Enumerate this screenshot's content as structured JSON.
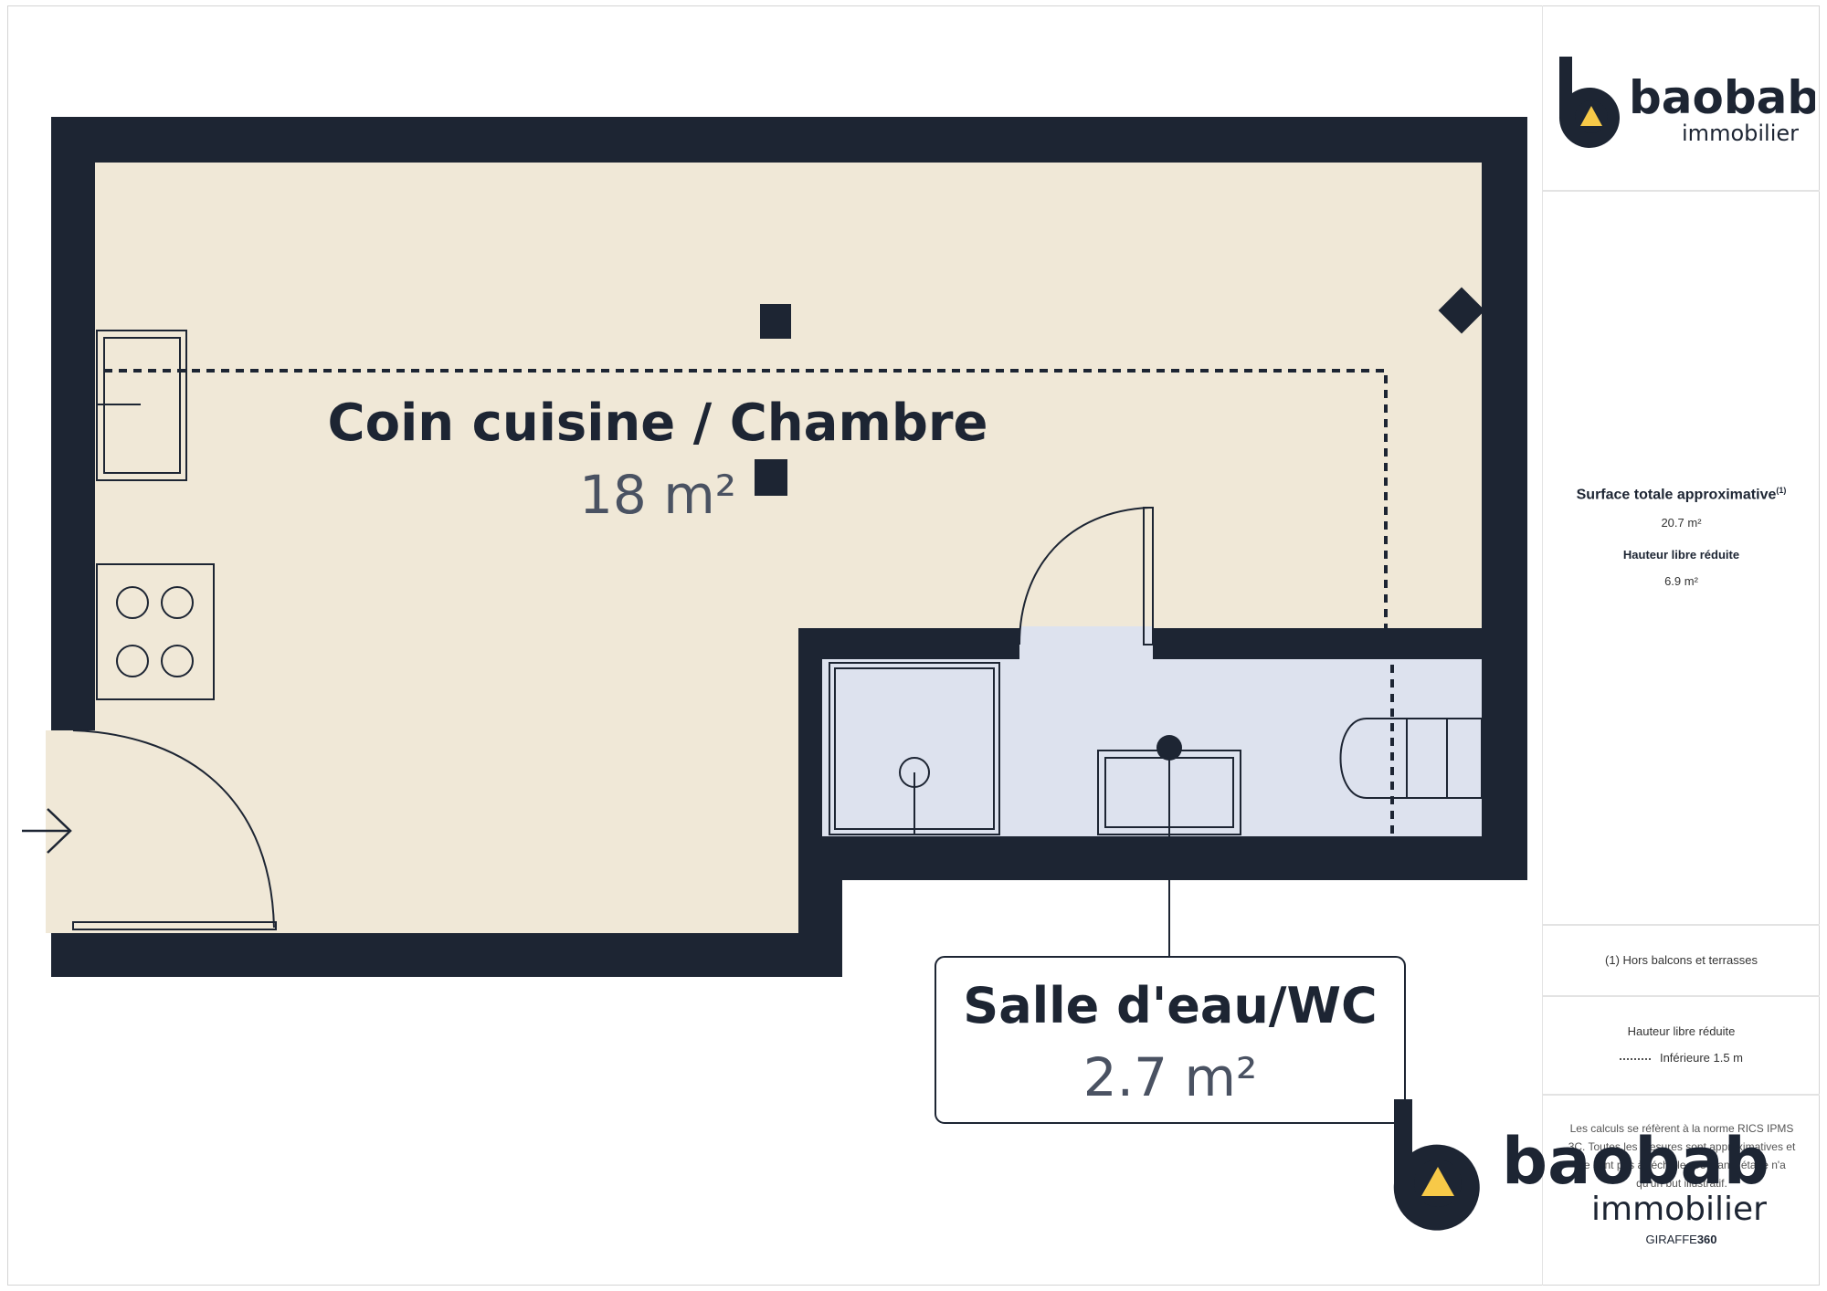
{
  "rooms": [
    {
      "name": "Coin cuisine / Chambre",
      "area": "18 m²"
    },
    {
      "name": "Salle d'eau/WC",
      "area": "2.7 m²"
    }
  ],
  "brand": {
    "name": "baobab",
    "subtitle": "immobilier"
  },
  "summary": {
    "surface_label": "Surface totale approximative",
    "surface_note": "(1)",
    "surface_value": "20.7 m²",
    "reduced_height_label": "Hauteur libre réduite",
    "reduced_height_value": "6.9 m²"
  },
  "footnote": "(1) Hors balcons et terrasses",
  "legend": {
    "title": "Hauteur libre réduite",
    "item": "Inférieure 1.5 m"
  },
  "disclaimer": "Les calculs se réfèrent à la norme RICS IPMS 3C. Toutes les mesures sont approximatives et ne sont pas à l'échelle. Ce plan d'étage n'a qu'un but illustratif.",
  "credit": {
    "prefix": "GIRAFFE",
    "suffix": "360"
  },
  "colors": {
    "wall": "#1d2533",
    "living_floor": "#f0e8d7",
    "bath_floor": "#dde2ee",
    "logo_yellow": "#f7c948"
  }
}
